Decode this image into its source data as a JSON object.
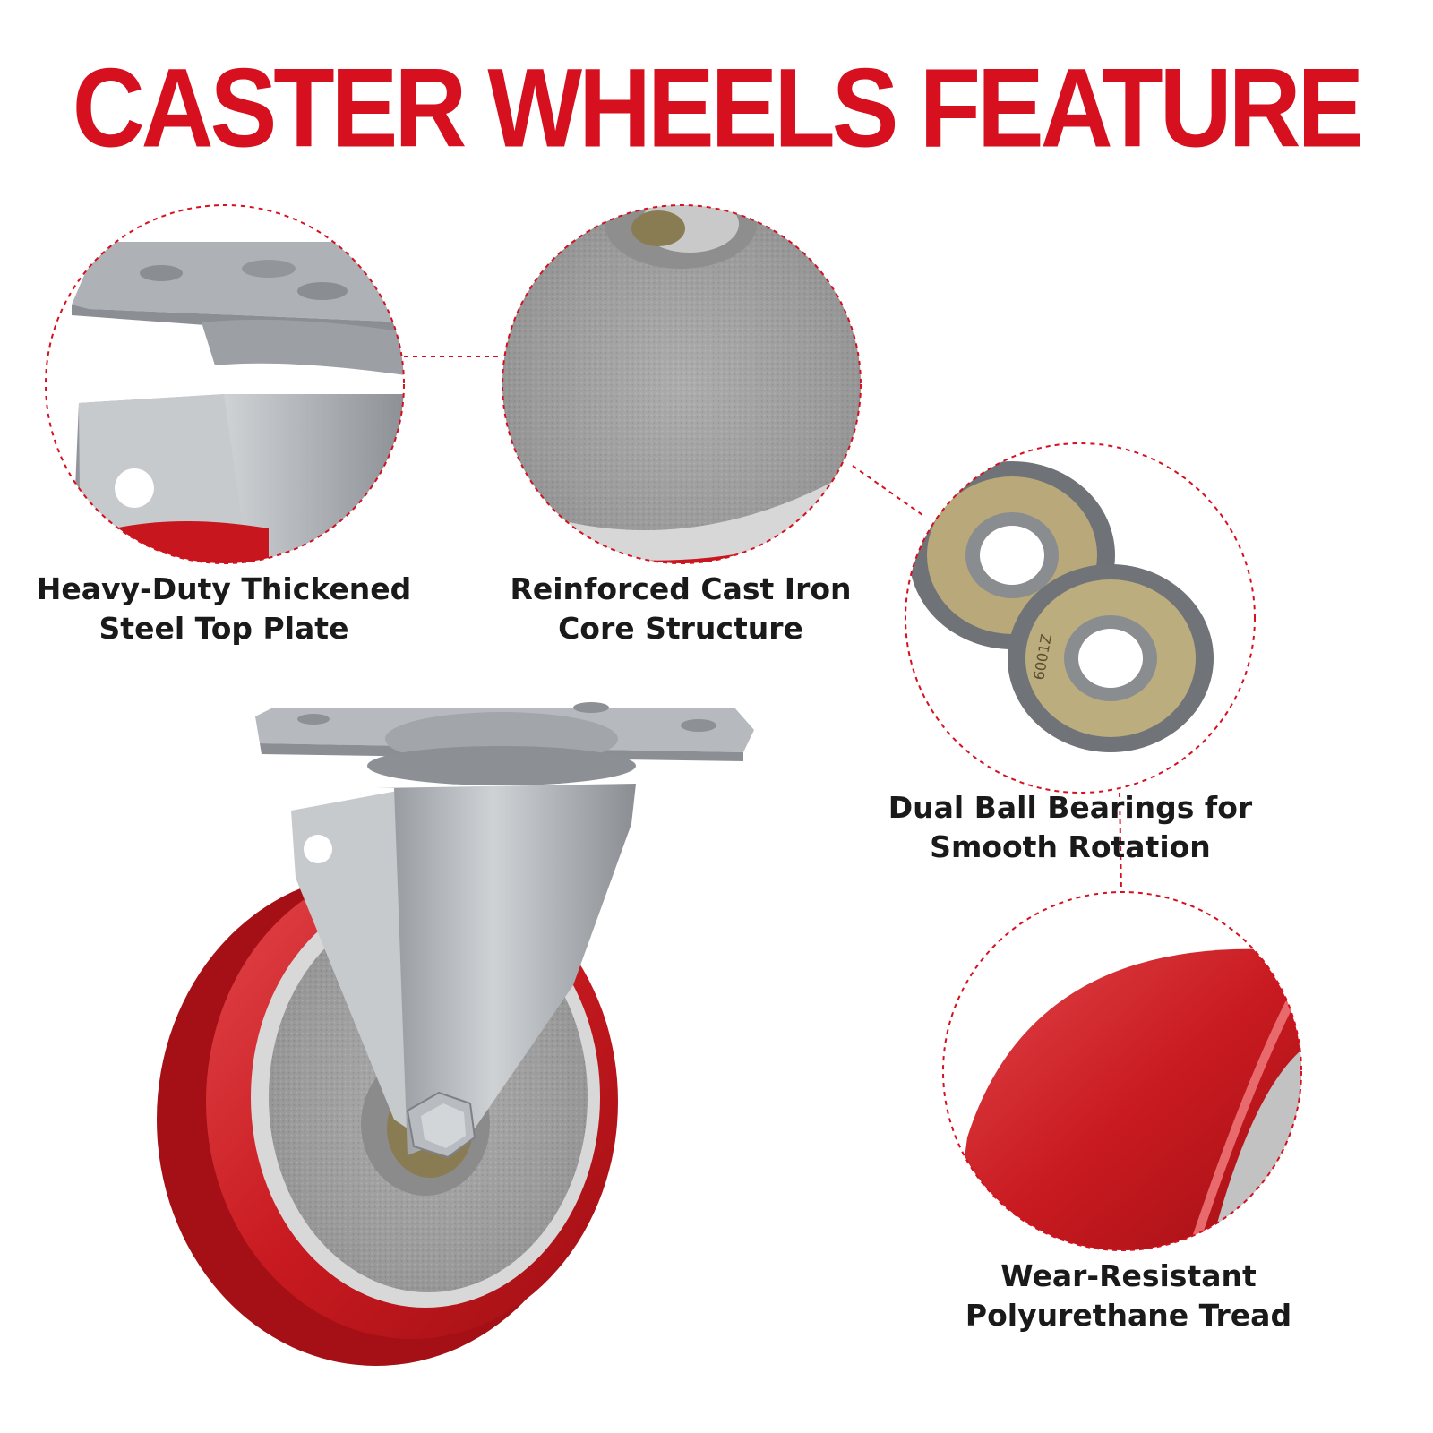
{
  "title": "CASTER WHEELS FEATURE",
  "features": [
    {
      "line1": "Heavy-Duty Thickened",
      "line2": "Steel Top Plate"
    },
    {
      "line1": "Reinforced Cast Iron",
      "line2": "Core Structure"
    },
    {
      "line1": "Dual Ball Bearings for",
      "line2": "Smooth Rotation"
    },
    {
      "line1": "Wear-Resistant",
      "line2": "Polyurethane Tread"
    }
  ],
  "bearing_marking": "6001Z",
  "colors": {
    "accent_red": "#d6101f",
    "tread_red": "#c8161e",
    "steel_gray": "#b4b8bc",
    "cast_iron_gray": "#9a9a9a",
    "bearing_gold": "#b8a87a",
    "label_text": "#1a1a1a"
  }
}
